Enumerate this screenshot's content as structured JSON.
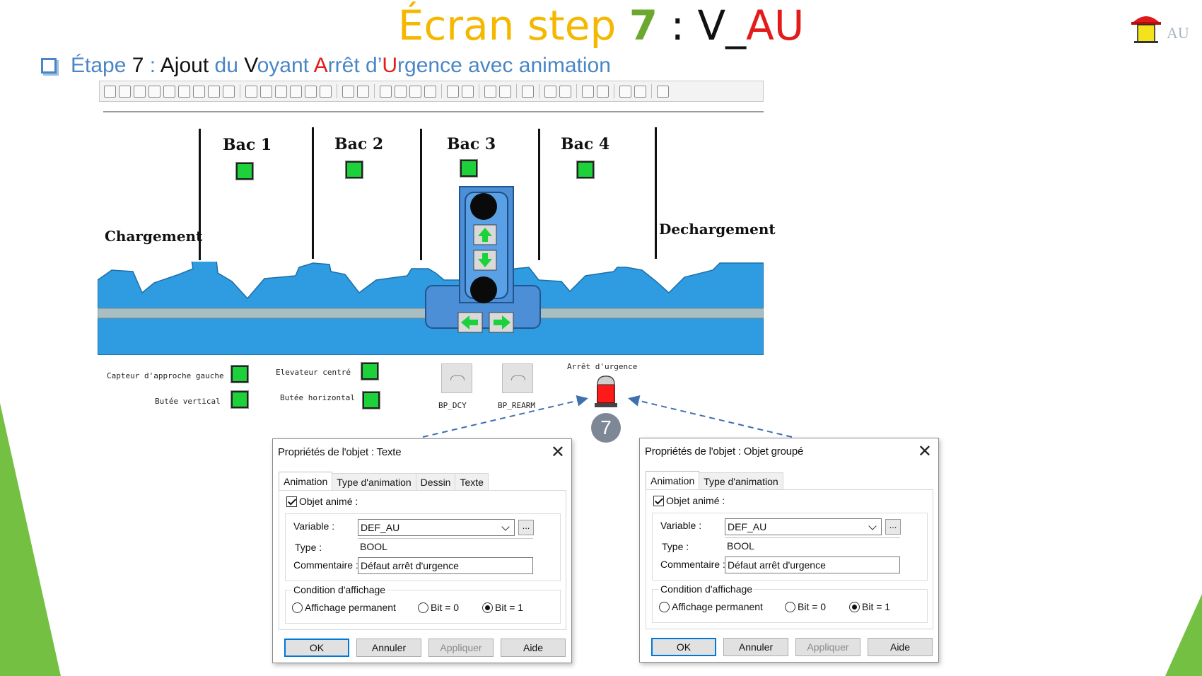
{
  "slide": {
    "title": {
      "part1": "Écran step ",
      "part2": "7",
      "part3": " : V_",
      "part4": "AU"
    },
    "subtitle": {
      "p1": "Étape ",
      "p2": "7",
      "p3": " : ",
      "p4": "Ajout",
      "p5": " du ",
      "p6": "V",
      "p7": "oyant ",
      "p8": "A",
      "p9": "rrêt d’",
      "p10": "U",
      "p11": "rgence avec animation"
    },
    "logo_text": "AU",
    "step_marker": "7"
  },
  "synoptic": {
    "bacs": [
      {
        "label": "Bac 1"
      },
      {
        "label": "Bac 2"
      },
      {
        "label": "Bac 3"
      },
      {
        "label": "Bac 4"
      }
    ],
    "chargement": "Chargement",
    "dechargement": "Dechargement",
    "sensors": {
      "capteur_gauche": "Capteur d'approche gauche",
      "butee_vertical": "Butée vertical",
      "elevateur_centre": "Elevateur centré",
      "butee_horizontal": "Butée horizontal"
    },
    "buttons": {
      "bp_dcy": "BP_DCY",
      "bp_rearm": "BP_REARM"
    },
    "arret_urgence": "Arrêt d'urgence",
    "colors": {
      "conveyor": "#2f9be0",
      "rail": "#a9bec3",
      "sensor_on": "#1dd13a",
      "alarm": "#ff1a1a"
    }
  },
  "dialogs": [
    {
      "caption": "Propriétés de l'objet : Texte",
      "tabs": [
        "Animation",
        "Type d'animation",
        "Dessin",
        "Texte"
      ],
      "objet_anime": "Objet animé :",
      "variable_label": "Variable :",
      "variable_value": "DEF_AU",
      "type_label": "Type :",
      "type_value": "BOOL",
      "commentaire_label": "Commentaire :",
      "commentaire_value": "Défaut arrêt d'urgence",
      "condition_title": "Condition d'affichage",
      "radio_permanent": "Affichage permanent",
      "radio_bit0": "Bit = 0",
      "radio_bit1": "Bit = 1",
      "btn_ok": "OK",
      "btn_annuler": "Annuler",
      "btn_appliquer": "Appliquer",
      "btn_aide": "Aide",
      "dots": "..."
    },
    {
      "caption": "Propriétés de l'objet : Objet groupé",
      "tabs": [
        "Animation",
        "Type d'animation"
      ],
      "objet_anime": "Objet animé :",
      "variable_label": "Variable :",
      "variable_value": "DEF_AU",
      "type_label": "Type :",
      "type_value": "BOOL",
      "commentaire_label": "Commentaire :",
      "commentaire_value": "Défaut arrêt d'urgence",
      "condition_title": "Condition d'affichage",
      "radio_permanent": "Affichage permanent",
      "radio_bit0": "Bit = 0",
      "radio_bit1": "Bit = 1",
      "btn_ok": "OK",
      "btn_annuler": "Annuler",
      "btn_appliquer": "Appliquer",
      "btn_aide": "Aide",
      "dots": "..."
    }
  ]
}
